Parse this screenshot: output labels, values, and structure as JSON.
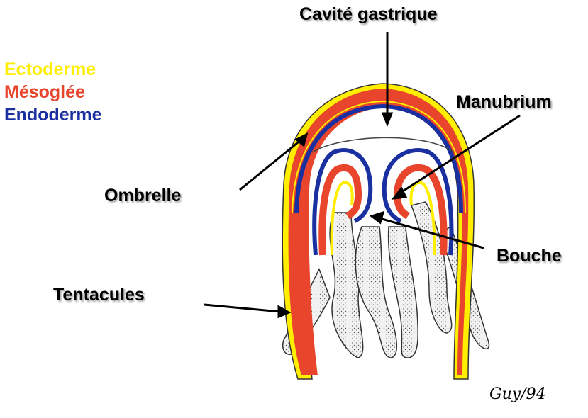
{
  "legend": {
    "ectoderm": {
      "label": "Ectoderme",
      "color": "#ffee00"
    },
    "mesoglea": {
      "label": "Mésoglée",
      "color": "#e8452c"
    },
    "endoderm": {
      "label": "Endoderme",
      "color": "#1a2fa0"
    }
  },
  "labels": {
    "gastric_cavity": "Cavité gastrique",
    "manubrium": "Manubrium",
    "umbrella": "Ombrelle",
    "mouth": "Bouche",
    "tentacles": "Tentacules"
  },
  "signature": "Guy/94"
}
